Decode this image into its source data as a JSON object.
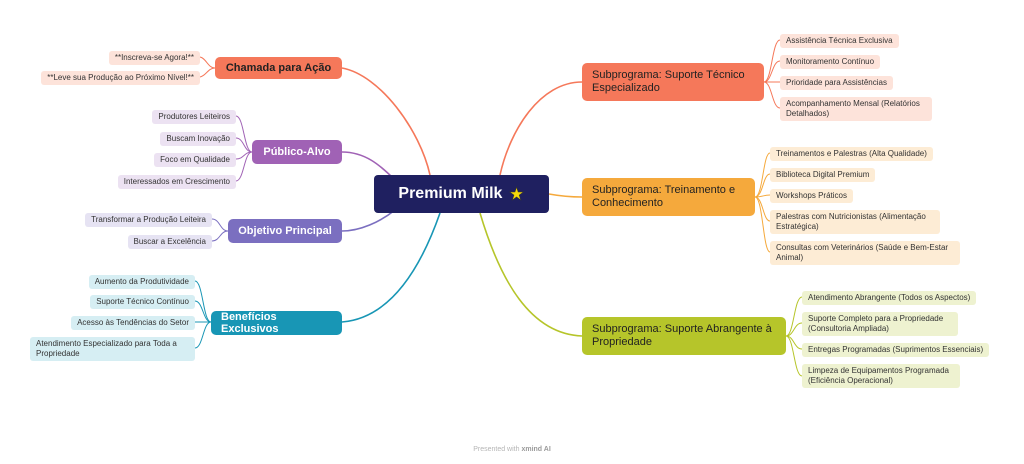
{
  "central": {
    "title": "Premium Milk",
    "icon": "star-icon"
  },
  "colors": {
    "central": "#1f2060",
    "chamada": "#f5785a",
    "publico": "#a062b5",
    "objetivo": "#7b6fc0",
    "beneficios": "#1896b5",
    "suporte_tecnico": "#f5785a",
    "treinamento": "#f5a93c",
    "abrangente": "#b6c52a"
  },
  "branches": {
    "chamada": {
      "label": "Chamada para Ação",
      "leaves": [
        "**Inscreva-se Agora!**",
        "**Leve sua Produção ao Próximo Nível!**"
      ]
    },
    "publico": {
      "label": "Público-Alvo",
      "leaves": [
        "Produtores Leiteiros",
        "Buscam Inovação",
        "Foco em Qualidade",
        "Interessados em Crescimento"
      ]
    },
    "objetivo": {
      "label": "Objetivo Principal",
      "leaves": [
        "Transformar a Produção Leiteira",
        "Buscar a Excelência"
      ]
    },
    "beneficios": {
      "label": "Benefícios Exclusivos",
      "leaves": [
        "Aumento da Produtividade",
        "Suporte Técnico Contínuo",
        "Acesso às Tendências do Setor",
        "Atendimento Especializado para Toda a Propriedade"
      ]
    },
    "suporte_tecnico": {
      "label": "Subprograma: Suporte Técnico Especializado",
      "leaves": [
        "Assistência Técnica Exclusiva",
        "Monitoramento Contínuo",
        "Prioridade para Assistências",
        "Acompanhamento Mensal (Relatórios Detalhados)"
      ]
    },
    "treinamento": {
      "label": "Subprograma: Treinamento e Conhecimento",
      "leaves": [
        "Treinamentos e Palestras (Alta Qualidade)",
        "Biblioteca Digital Premium",
        "Workshops Práticos",
        "Palestras com Nutricionistas (Alimentação Estratégica)",
        "Consultas com Veterinários (Saúde e Bem-Estar Animal)"
      ]
    },
    "abrangente": {
      "label": "Subprograma: Suporte Abrangente à Propriedade",
      "leaves": [
        "Atendimento Abrangente (Todos os Aspectos)",
        "Suporte Completo para a Propriedade (Consultoria Ampliada)",
        "Entregas Programadas (Suprimentos Essenciais)",
        "Limpeza de Equipamentos Programada (Eficiência Operacional)"
      ]
    }
  },
  "footer": {
    "prefix": "Presented with",
    "brand": "xmind AI"
  }
}
